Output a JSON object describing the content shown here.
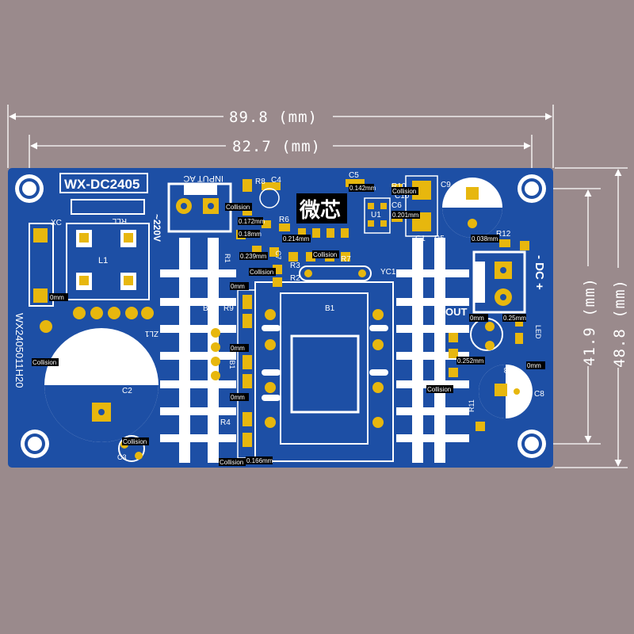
{
  "colors": {
    "background": "#9a8a8c",
    "board": "#1d4fa5",
    "silkscreen": "#ffffff",
    "pad": "#e7b70e",
    "dimension": "#ffffff"
  },
  "dimensions": {
    "overall_width": "89.8 (mm)",
    "hole_spacing_width": "82.7 (mm)",
    "hole_spacing_height": "41.9 (mm)",
    "overall_height": "48.8 (mm)"
  },
  "board": {
    "model": "WX-DC2405",
    "brand": "微芯",
    "input_label": "INPUT AC",
    "voltage_label": "~220V",
    "output_label": "OUT",
    "dc_label": "- DC +",
    "date_code": "WX2405011H20"
  },
  "refdes": [
    "XC",
    "L1",
    "RLL",
    "ZL1",
    "C2",
    "C3",
    "BT1",
    "R9",
    "DB1",
    "R4",
    "R8",
    "C4",
    "C7",
    "R3",
    "R1",
    "R6",
    "R2",
    "R5",
    "R7",
    "B1",
    "C5",
    "C6",
    "C1",
    "U1",
    "R10",
    "YC1",
    "C9",
    "C10",
    "R11",
    "R12",
    "R13",
    "C8",
    "LED"
  ],
  "drc": {
    "collision": "Collision",
    "clearances": [
      "0.142mm",
      "0.172mm",
      "0.18mm",
      "0.214mm",
      "0.239mm",
      "0.201mm",
      "0.038mm",
      "0.25mm",
      "0.252mm",
      "0.166mm",
      "0mm"
    ]
  }
}
